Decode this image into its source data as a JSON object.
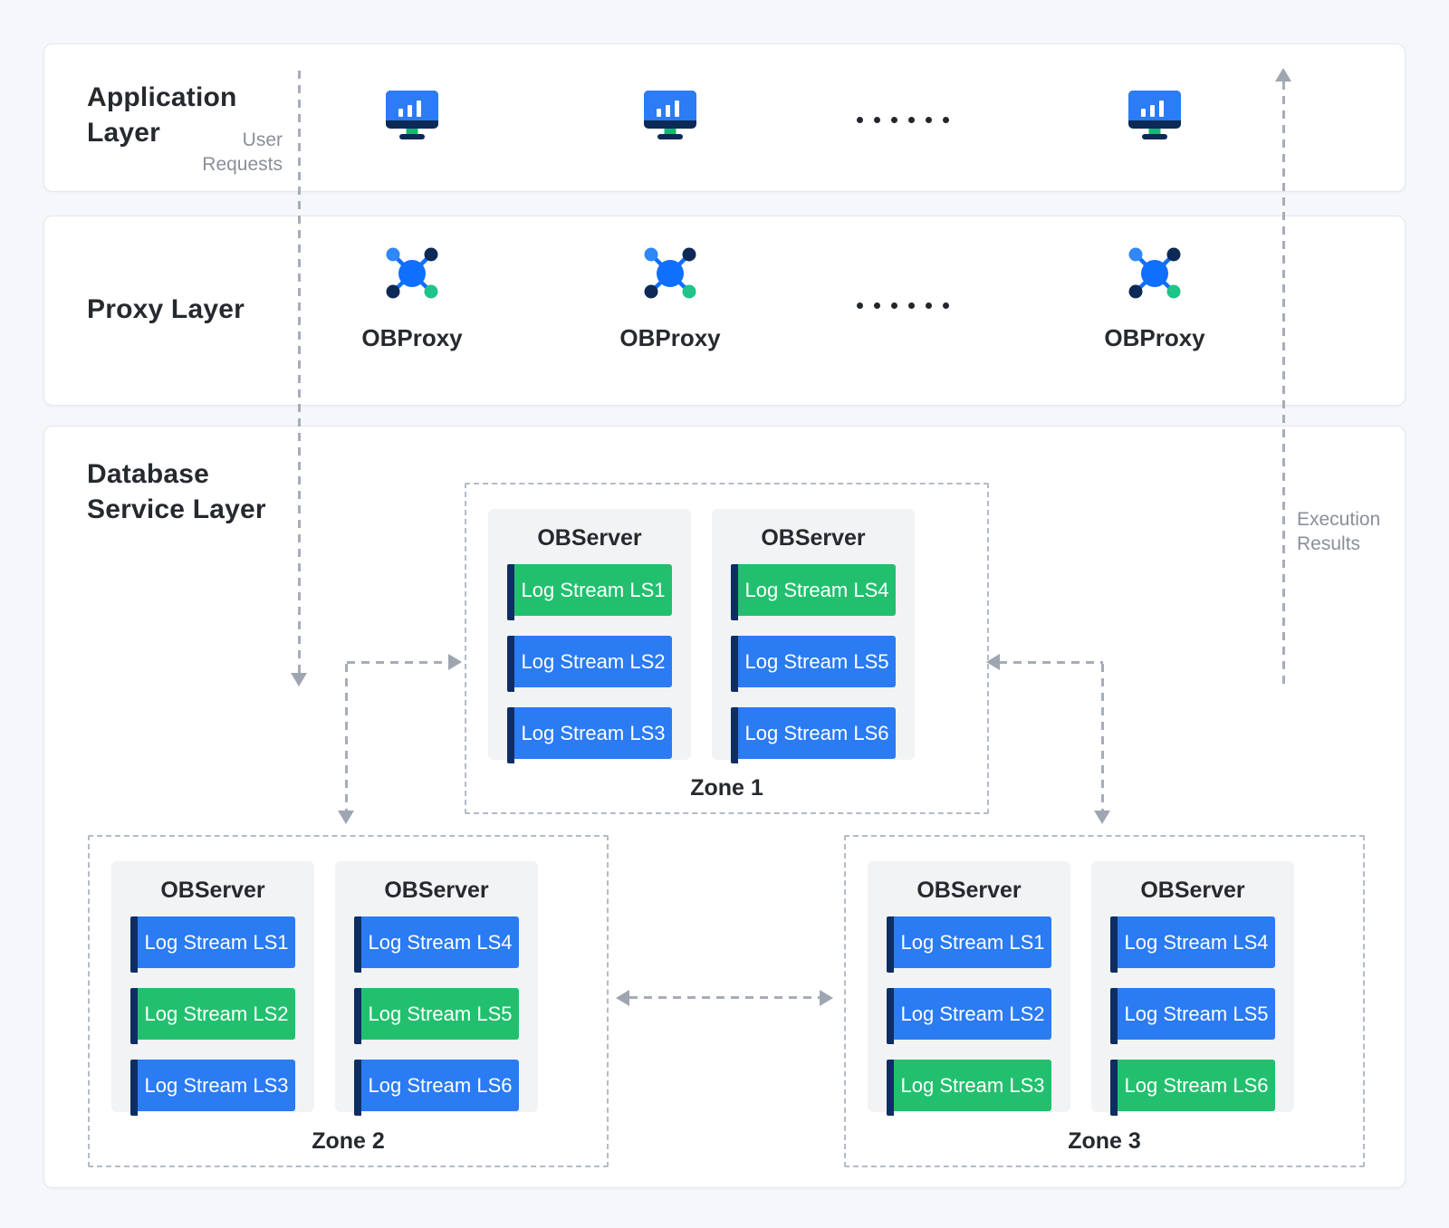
{
  "app_layer": {
    "title_lines": [
      "Application",
      "Layer"
    ],
    "user_requests_lines": [
      "User",
      "Requests"
    ],
    "ellipsis": "......"
  },
  "proxy_layer": {
    "title": "Proxy Layer",
    "proxies": [
      {
        "label": "OBProxy"
      },
      {
        "label": "OBProxy"
      },
      {
        "label": "OBProxy"
      }
    ],
    "ellipsis": "......"
  },
  "db_layer": {
    "title_lines": [
      "Database",
      "Service Layer"
    ],
    "execution_results_lines": [
      "Execution",
      "Results"
    ]
  },
  "zones": [
    {
      "label": "Zone 1",
      "servers": [
        {
          "title": "OBServer",
          "streams": [
            {
              "label": "Log Stream LS1",
              "variant": "green"
            },
            {
              "label": "Log Stream LS2",
              "variant": "blue"
            },
            {
              "label": "Log Stream LS3",
              "variant": "blue"
            }
          ]
        },
        {
          "title": "OBServer",
          "streams": [
            {
              "label": "Log Stream LS4",
              "variant": "green"
            },
            {
              "label": "Log Stream LS5",
              "variant": "blue"
            },
            {
              "label": "Log Stream LS6",
              "variant": "blue"
            }
          ]
        }
      ]
    },
    {
      "label": "Zone 2",
      "servers": [
        {
          "title": "OBServer",
          "streams": [
            {
              "label": "Log Stream LS1",
              "variant": "blue"
            },
            {
              "label": "Log Stream LS2",
              "variant": "green"
            },
            {
              "label": "Log Stream LS3",
              "variant": "blue"
            }
          ]
        },
        {
          "title": "OBServer",
          "streams": [
            {
              "label": "Log Stream LS4",
              "variant": "blue"
            },
            {
              "label": "Log Stream LS5",
              "variant": "green"
            },
            {
              "label": "Log Stream LS6",
              "variant": "blue"
            }
          ]
        }
      ]
    },
    {
      "label": "Zone 3",
      "servers": [
        {
          "title": "OBServer",
          "streams": [
            {
              "label": "Log Stream LS1",
              "variant": "blue"
            },
            {
              "label": "Log Stream LS2",
              "variant": "blue"
            },
            {
              "label": "Log Stream LS3",
              "variant": "green"
            }
          ]
        },
        {
          "title": "OBServer",
          "streams": [
            {
              "label": "Log Stream LS4",
              "variant": "blue"
            },
            {
              "label": "Log Stream LS5",
              "variant": "blue"
            },
            {
              "label": "Log Stream LS6",
              "variant": "green"
            }
          ]
        }
      ]
    }
  ],
  "colors": {
    "stream_blue": "#2b7bf3",
    "stream_green": "#22c06e",
    "accent_navy": "#0e2e63",
    "dash_gray": "#a6adb9",
    "card_bg": "#f2f3f5",
    "canvas_bg": "#f5f7fa"
  }
}
